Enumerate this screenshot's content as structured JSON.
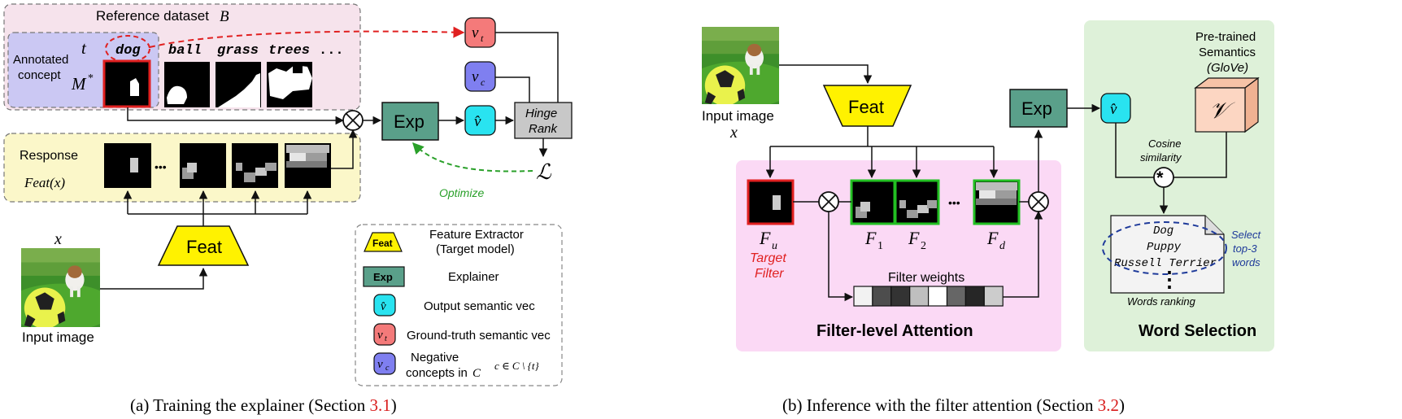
{
  "panel_a": {
    "reference_dataset_label": "Reference dataset",
    "reference_dataset_symbol": "B",
    "annotated_label_line1": "Annotated",
    "annotated_label_line2": "concept",
    "concept_symbol": "t",
    "mask_symbol": "M",
    "mask_superscript": "*",
    "concept_words": [
      "dog",
      "ball",
      "grass",
      "trees"
    ],
    "more_words": "...",
    "response_label": "Response",
    "feat_x_label": "Feat(x)",
    "ellipsis": "•••",
    "feat_block": "Feat",
    "input_image_label": "Input image",
    "x_symbol": "x",
    "exp_block": "Exp",
    "v_t_label": "v",
    "v_t_sub": "t",
    "v_c_label": "v",
    "v_c_sub": "c",
    "v_hat_label": "v̂",
    "hinge_line1": "Hinge",
    "hinge_line2": "Rank",
    "loss_symbol": "ℒ",
    "optimize_label": "Optimize",
    "otimes": "⊗"
  },
  "legend": {
    "feat_icon": "Feat",
    "feat_text_line1": "Feature Extractor",
    "feat_text_line2": "(Target model)",
    "exp_icon": "Exp",
    "exp_text": "Explainer",
    "vhat_icon": "v̂",
    "vhat_text": "Output semantic vec",
    "vt_icon": "v",
    "vt_sub": "t",
    "vt_text": "Ground-truth semantic vec",
    "vc_icon": "v",
    "vc_sub": "c",
    "vc_text_line1": "Negative",
    "vc_text_line2": "concepts in",
    "vc_text_C": "C",
    "set_expr": "c ∈ C \\ {t}"
  },
  "panel_b": {
    "input_image_label": "Input image",
    "x_symbol": "x",
    "feat_block": "Feat",
    "exp_block": "Exp",
    "v_hat_label": "v̂",
    "pretrained_line1": "Pre-trained",
    "pretrained_line2": "Semantics",
    "pretrained_line3": "(GloVe)",
    "vocab_symbol": "𝒱",
    "cosine_line1": "Cosine",
    "cosine_line2": "similarity",
    "conv_symbol": "⊛",
    "filter_u": "F",
    "filter_u_sub": "u",
    "filter_1": "F",
    "filter_1_sub": "1",
    "filter_2": "F",
    "filter_2_sub": "2",
    "filter_d": "F",
    "filter_d_sub": "d",
    "target_filter_line1": "Target",
    "target_filter_line2": "Filter",
    "ellipsis": "•••",
    "filter_weights_label": "Filter weights",
    "filter_weights": [
      0.05,
      0.7,
      0.8,
      0.25,
      0.0,
      0.6,
      0.85,
      0.2
    ],
    "filter_attention_label": "Filter-level Attention",
    "word_selection_label": "Word Selection",
    "ranked_words": [
      "Dog",
      "Puppy",
      "Russell Terrier"
    ],
    "vertical_dots": "⋮",
    "words_ranking_label": "Words ranking",
    "select_line1": "Select",
    "select_line2": "top-3",
    "select_line3": "words",
    "otimes": "⊗"
  },
  "captions": {
    "a_prefix": "(a) Training the explainer (Section ",
    "a_ref": "3.1",
    "a_suffix": ")",
    "b_prefix": "(b) Inference with the filter attention (Section ",
    "b_ref": "3.2",
    "b_suffix": ")"
  },
  "colors": {
    "pink_box": "#f6e3ec",
    "purple_box": "#cbc8f3",
    "yellow_box": "#fbf7c9",
    "feat_yellow": "#fff200",
    "exp_green": "#5aa08a",
    "vt_red": "#f47a7a",
    "vc_blue": "#7f7ff0",
    "vhat_cyan": "#29e3f0",
    "hinge_gray": "#c8c8c8",
    "attention_pink": "#fbd9f5",
    "word_green": "#def1d9",
    "vocab_peach": "#fcd6c2",
    "red": "#e02020",
    "green_arrow": "#2aa02a",
    "filter_green": "#22c022",
    "navy": "#1e3a9a",
    "ref_red": "#d81b1b"
  }
}
